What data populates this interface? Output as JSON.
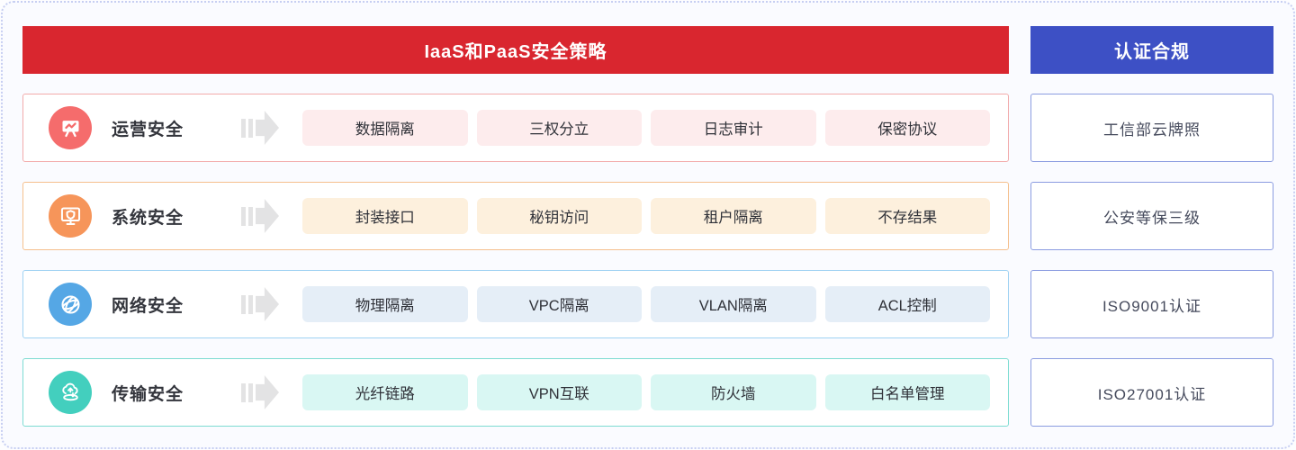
{
  "page": {
    "background": "#fafbff",
    "outer_border_color": "#c7cff2",
    "card_background": "#ffffff",
    "arrow_color": "#e3e3e4",
    "label_text_color": "#33353c"
  },
  "headers": {
    "left": {
      "label": "IaaS和PaaS安全策略",
      "bg": "#d9262f",
      "text_color": "#ffffff"
    },
    "right": {
      "label": "认证合规",
      "bg": "#3d50c5",
      "text_color": "#ffffff"
    }
  },
  "rows": [
    {
      "label": "运营安全",
      "icon": "presentation-chart-icon",
      "accent": "#f56c6c",
      "border": "#f2abab",
      "pill_bg": "#fdeced",
      "pills": [
        "数据隔离",
        "三权分立",
        "日志审计",
        "保密协议"
      ]
    },
    {
      "label": "系统安全",
      "icon": "monitor-shield-icon",
      "accent": "#f6955a",
      "border": "#f5c08d",
      "pill_bg": "#fdf0dd",
      "pills": [
        "封装接口",
        "秘钥访问",
        "租户隔离",
        "不存结果"
      ]
    },
    {
      "label": "网络安全",
      "icon": "globe-network-icon",
      "accent": "#55a7e5",
      "border": "#9fd2f2",
      "pill_bg": "#e5eef7",
      "pills": [
        "物理隔离",
        "VPC隔离",
        "VLAN隔离",
        "ACL控制"
      ]
    },
    {
      "label": "传输安全",
      "icon": "cloud-transfer-icon",
      "accent": "#43cfbe",
      "border": "#7ddcd2",
      "pill_bg": "#d9f7f3",
      "pills": [
        "光纤链路",
        "VPN互联",
        "防火墙",
        "白名单管理"
      ]
    }
  ],
  "certifications": {
    "border": "#8b9ce0",
    "items": [
      "工信部云牌照",
      "公安等保三级",
      "ISO9001认证",
      "ISO27001认证"
    ]
  }
}
